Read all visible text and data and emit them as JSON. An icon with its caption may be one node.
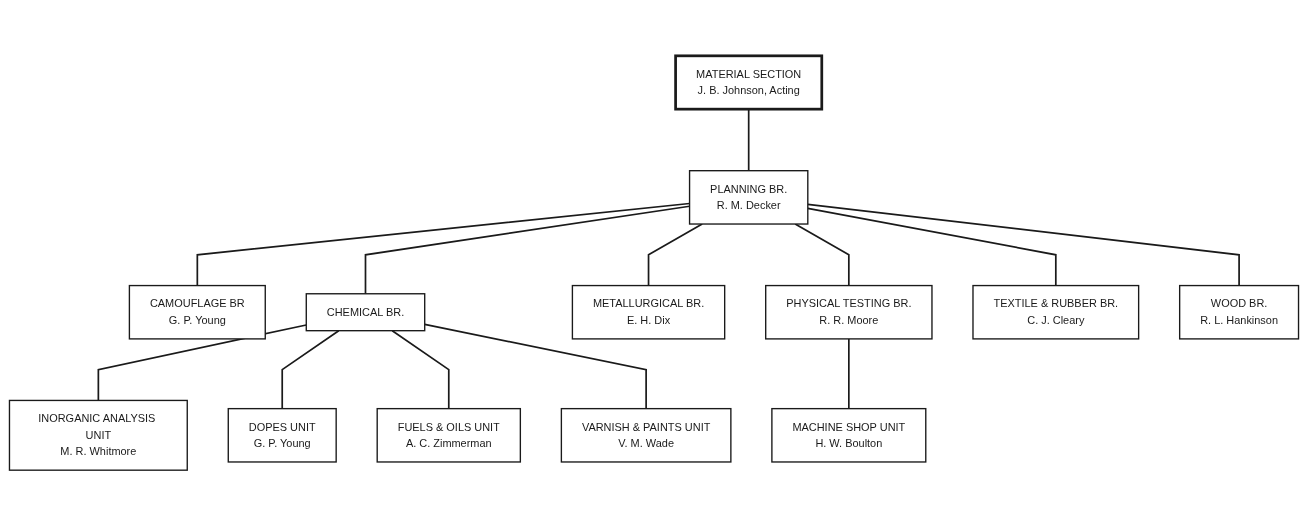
{
  "diagram": {
    "nodes": [
      {
        "text": [
          "MATERIAL SECTION",
          "J. B. Johnson, Acting"
        ]
      },
      {
        "text": [
          "PLANNING BR.",
          "R. M. Decker"
        ]
      },
      {
        "text": [
          "CAMOUFLAGE BR",
          "G. P. Young"
        ]
      },
      {
        "text": [
          "CHEMICAL BR."
        ]
      },
      {
        "text": [
          "METALLURGICAL BR.",
          "E. H. Dix"
        ]
      },
      {
        "text": [
          "PHYSICAL TESTING BR.",
          "R. R. Moore"
        ]
      },
      {
        "text": [
          "TEXTILE & RUBBER BR.",
          "C. J. Cleary"
        ]
      },
      {
        "text": [
          "WOOD BR.",
          "R. L. Hankinson"
        ]
      },
      {
        "text": [
          "INORGANIC ANALYSIS UNIT",
          "M. R. Whitmore"
        ]
      },
      {
        "text": [
          "DOPES UNIT",
          "G. P. Young"
        ]
      },
      {
        "text": [
          "FUELS & OILS UNIT",
          "A. C. Zimmerman"
        ]
      },
      {
        "text": [
          "VARNISH & PAINTS UNIT",
          "V. M. Wade"
        ]
      },
      {
        "text": [
          "MACHINE SHOP UNIT",
          "H. W. Boulton"
        ]
      }
    ],
    "edges": [
      {
        "from": 0,
        "to": 1,
        "arrow": "none"
      },
      {
        "from": 1,
        "to": 2,
        "arrow": "none"
      },
      {
        "from": 1,
        "to": 3,
        "arrow": "none"
      },
      {
        "from": 1,
        "to": 4,
        "arrow": "none"
      },
      {
        "from": 1,
        "to": 5,
        "arrow": "none"
      },
      {
        "from": 1,
        "to": 6,
        "arrow": "none"
      },
      {
        "from": 1,
        "to": 7,
        "arrow": "none"
      },
      {
        "from": 3,
        "to": 8,
        "arrow": "none"
      },
      {
        "from": 3,
        "to": 9,
        "arrow": "none"
      },
      {
        "from": 3,
        "to": 10,
        "arrow": "none"
      },
      {
        "from": 3,
        "to": 11,
        "arrow": "none"
      },
      {
        "from": 5,
        "to": 12,
        "arrow": "none"
      }
    ]
  }
}
